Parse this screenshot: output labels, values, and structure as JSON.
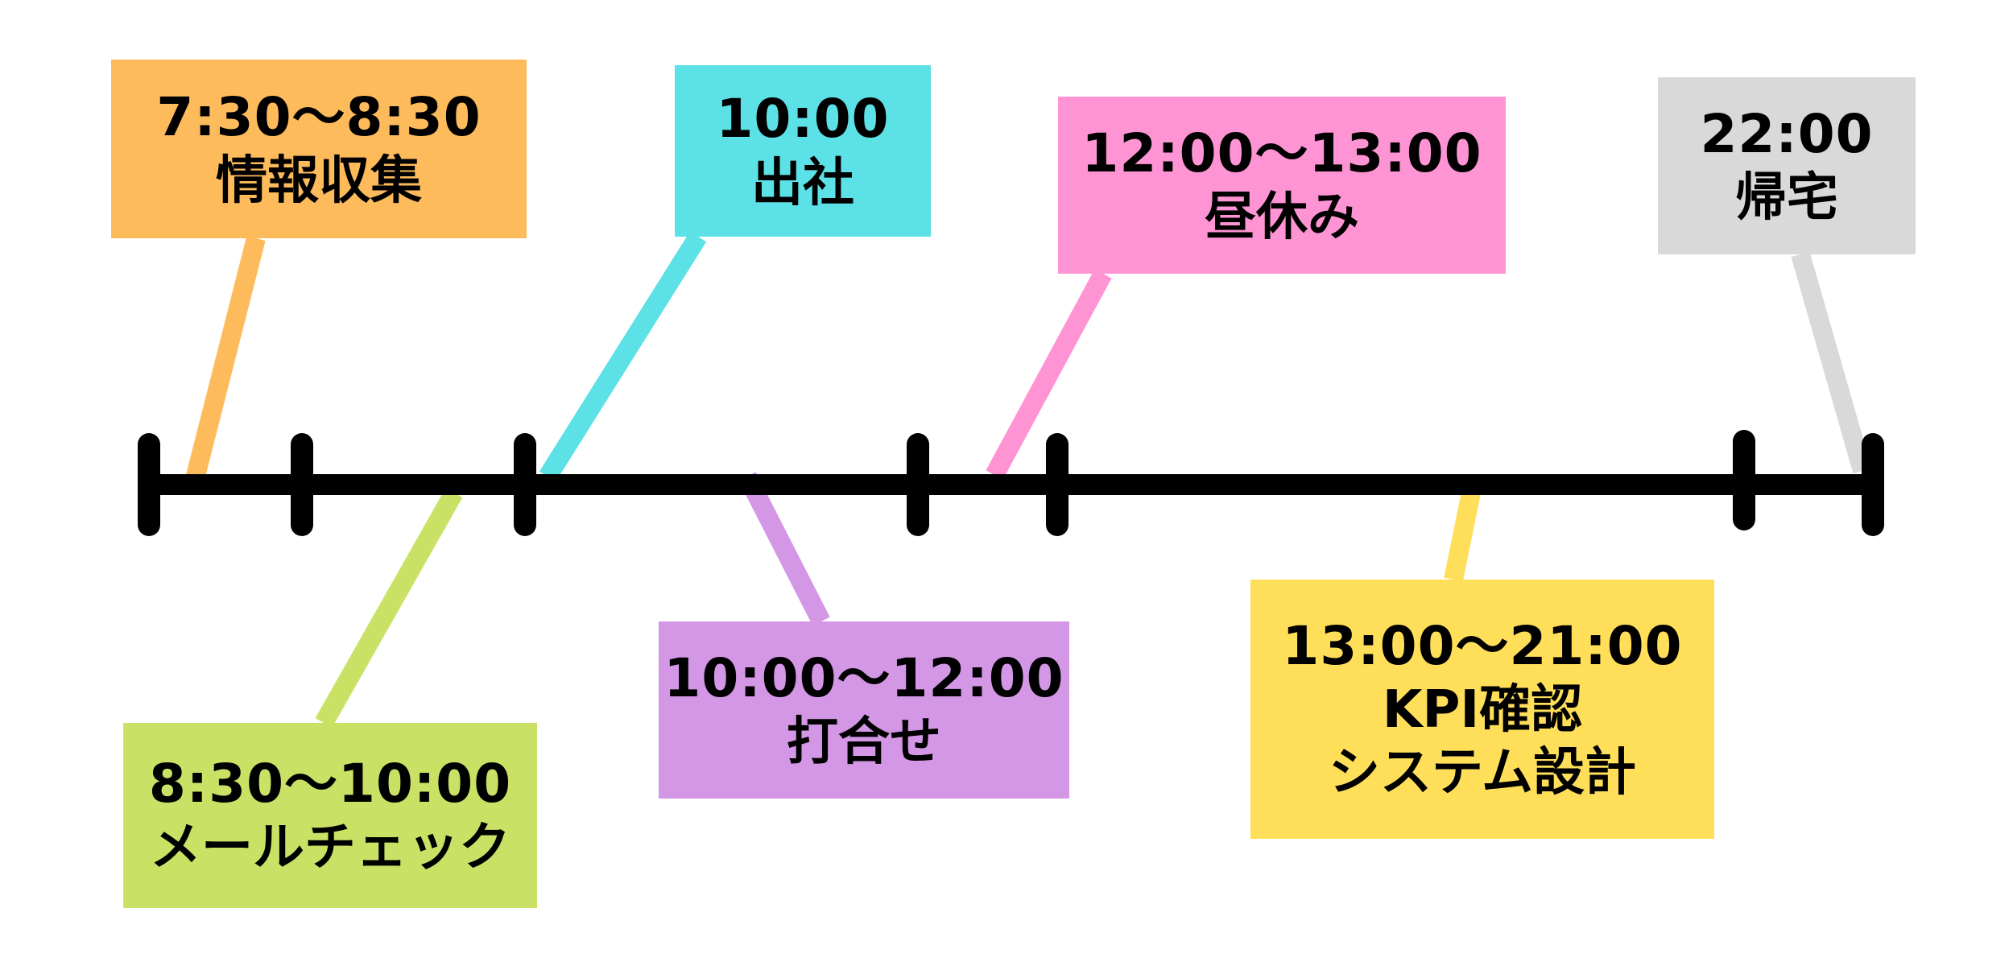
{
  "events": [
    {
      "time": "7:30～8:30",
      "labels": [
        "情報収集"
      ],
      "color": "#FDBB5C"
    },
    {
      "time": "8:30～10:00",
      "labels": [
        "メールチェック"
      ],
      "color": "#C9E265"
    },
    {
      "time": "10:00",
      "labels": [
        "出社"
      ],
      "color": "#5CE1E6"
    },
    {
      "time": "10:00～12:00",
      "labels": [
        "打合せ"
      ],
      "color": "#D397E6"
    },
    {
      "time": "12:00～13:00",
      "labels": [
        "昼休み"
      ],
      "color": "#FF94D5"
    },
    {
      "time": "13:00～21:00",
      "labels": [
        "KPI確認",
        "システム設計"
      ],
      "color": "#FFDE59"
    },
    {
      "time": "22:00",
      "labels": [
        "帰宅"
      ],
      "color": "#D9D9D9"
    }
  ],
  "axis_color": "#000000"
}
